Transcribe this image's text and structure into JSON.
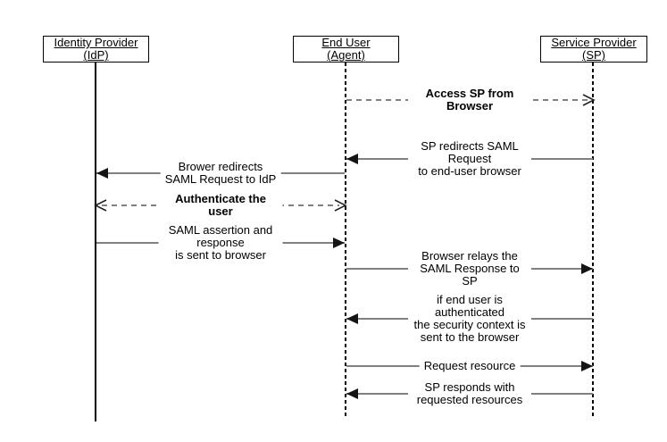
{
  "diagram_type": "sequence-diagram",
  "actors": [
    {
      "id": "idp",
      "name": "Identity Provider",
      "alias": "(IdP)",
      "lifeline_style": "solid"
    },
    {
      "id": "end_user",
      "name": "End User",
      "alias": "(Agent)",
      "lifeline_style": "dashed"
    },
    {
      "id": "sp",
      "name": "Service Provider",
      "alias": "(SP)",
      "lifeline_style": "dashed"
    }
  ],
  "messages": [
    {
      "label": "Access SP from Browser",
      "from": "End User",
      "to": "Service Provider",
      "line": "dashed",
      "arrow": "open-right",
      "emphasis": "bold"
    },
    {
      "label": "SP redirects SAML Request\nto end-user browser",
      "from": "Service Provider",
      "to": "End User",
      "line": "solid",
      "arrow": "filled-left",
      "emphasis": "normal"
    },
    {
      "label": "Brower redirects\nSAML Request to IdP",
      "from": "End User",
      "to": "Identity Provider",
      "line": "solid",
      "arrow": "filled-left",
      "emphasis": "normal"
    },
    {
      "label": "Authenticate the user",
      "from": "Identity Provider",
      "to": "End User",
      "line": "dashed",
      "arrow": "open-both",
      "emphasis": "bold"
    },
    {
      "label": "SAML assertion and response\nis sent to browser",
      "from": "Identity Provider",
      "to": "End User",
      "line": "solid",
      "arrow": "filled-right",
      "emphasis": "normal"
    },
    {
      "label": "Browser relays the\nSAML Response to SP",
      "from": "End User",
      "to": "Service Provider",
      "line": "solid",
      "arrow": "filled-right",
      "emphasis": "normal"
    },
    {
      "label": "if end user is authenticated\nthe security context is\nsent to the browser",
      "from": "Service Provider",
      "to": "End User",
      "line": "solid",
      "arrow": "filled-left",
      "emphasis": "normal"
    },
    {
      "label": "Request resource",
      "from": "End User",
      "to": "Service Provider",
      "line": "solid",
      "arrow": "filled-right",
      "emphasis": "normal"
    },
    {
      "label": "SP responds with requested resources",
      "from": "Service Provider",
      "to": "End User",
      "line": "solid",
      "arrow": "filled-left",
      "emphasis": "normal"
    }
  ],
  "colors": {
    "background": "#ffffff",
    "message_line": "#808080",
    "arrowhead": "#141414",
    "lifeline": "#000000",
    "text": "#000000"
  }
}
